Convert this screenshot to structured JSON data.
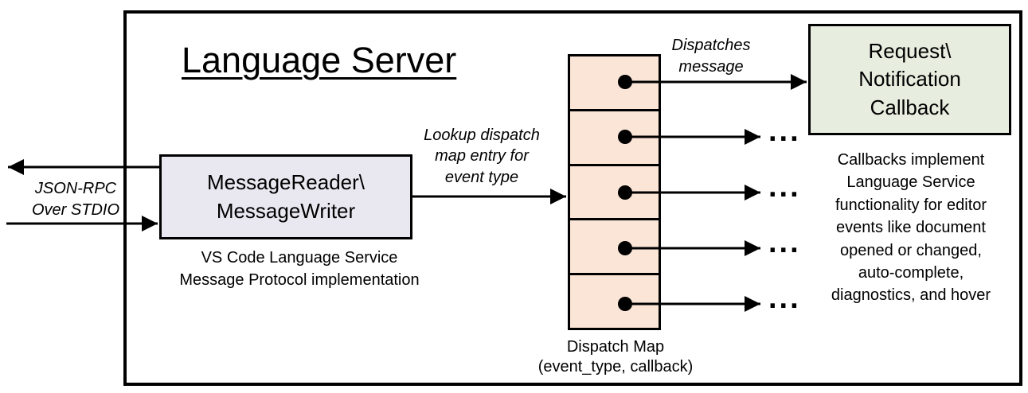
{
  "diagram": {
    "title": "Language Server",
    "io_label": "JSON-RPC\nOver STDIO",
    "reader_box_label": "MessageReader\\\nMessageWriter",
    "reader_caption": "VS Code Language Service\nMessage Protocol implementation",
    "lookup_label": "Lookup dispatch\nmap entry for\nevent type",
    "dispatches_label": "Dispatches\nmessage",
    "callback_box_label": "Request\\\nNotification\nCallback",
    "callbacks_note": "Callbacks implement\nLanguage Service\nfunctionality for editor\nevents like document\nopened or changed,\nauto-complete,\ndiagnostics, and hover",
    "map_caption": "Dispatch Map\n(event_type, callback)",
    "ellipsis": "...",
    "map_rows": 5,
    "colors": {
      "reader_fill": "#E9E8F1",
      "callback_fill": "#E7EEDF",
      "map_fill": "#FBE5D7",
      "line": "#000000",
      "background": "#FFFFFF"
    }
  }
}
